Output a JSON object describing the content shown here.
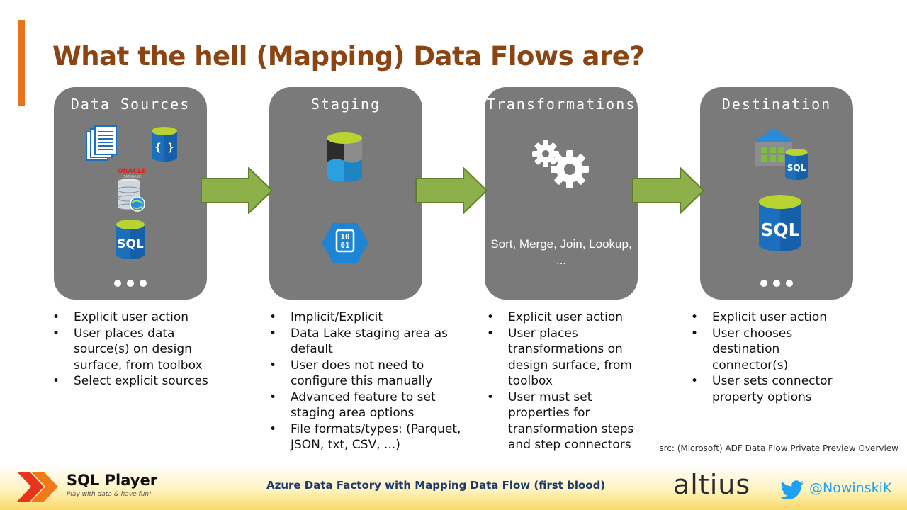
{
  "slide": {
    "title": "What the hell (Mapping) Data Flows are?",
    "source_note": "src: (Microsoft) ADF Data Flow Private Preview Overview"
  },
  "stages": [
    {
      "title": "Data Sources",
      "icons": [
        "documents-icon",
        "json-database-icon",
        "oracle-database-icon",
        "sql-database-icon",
        "more-icon"
      ],
      "icon_labels": {
        "sql": "SQL",
        "json": "{ }",
        "oracle": "ORACLE",
        "oracle_sub": "DATABASE"
      },
      "bullets": [
        "Explicit user action",
        "User places data source(s) on design surface, from toolbox",
        "Select explicit sources"
      ]
    },
    {
      "title": "Staging",
      "icons": [
        "data-lake-storage-icon",
        "binary-blob-icon"
      ],
      "icon_labels": {
        "binary_top": "10",
        "binary_bottom": "01"
      },
      "bullets": [
        "Implicit/Explicit",
        "Data Lake staging area as default",
        "User does not need to configure this manually",
        "Advanced feature to set staging area options",
        "File formats/types: (Parquet, JSON, txt, CSV, ...)"
      ]
    },
    {
      "title": "Transformations",
      "icons": [
        "gears-icon"
      ],
      "caption": "Sort, Merge, Join, Lookup, ...",
      "bullets": [
        "Explicit user action",
        "User places transformations on design surface, from toolbox",
        "User must set properties for transformation steps and step connectors"
      ]
    },
    {
      "title": "Destination",
      "icons": [
        "data-warehouse-icon",
        "sql-database-icon",
        "more-icon"
      ],
      "icon_labels": {
        "sql": "SQL",
        "sql_small": "SQL"
      },
      "bullets": [
        "Explicit user action",
        "User chooses destination connector(s)",
        "User sets connector property options"
      ]
    }
  ],
  "footer": {
    "brand_name": "SQL Player",
    "brand_tagline": "Play with data & have fun!",
    "presentation_title": "Azure Data Factory with Mapping Data Flow (first blood)",
    "company": "altius",
    "twitter_handle": "@NowinskiK"
  },
  "colors": {
    "accent": "#e8731c",
    "title": "#8b4513",
    "card": "#7a7a7a",
    "arrow": "#8db04a",
    "sql_blue": "#0072c6",
    "lime": "#b8d430",
    "footer_title": "#1d3a6e",
    "twitter": "#1da1f2"
  }
}
